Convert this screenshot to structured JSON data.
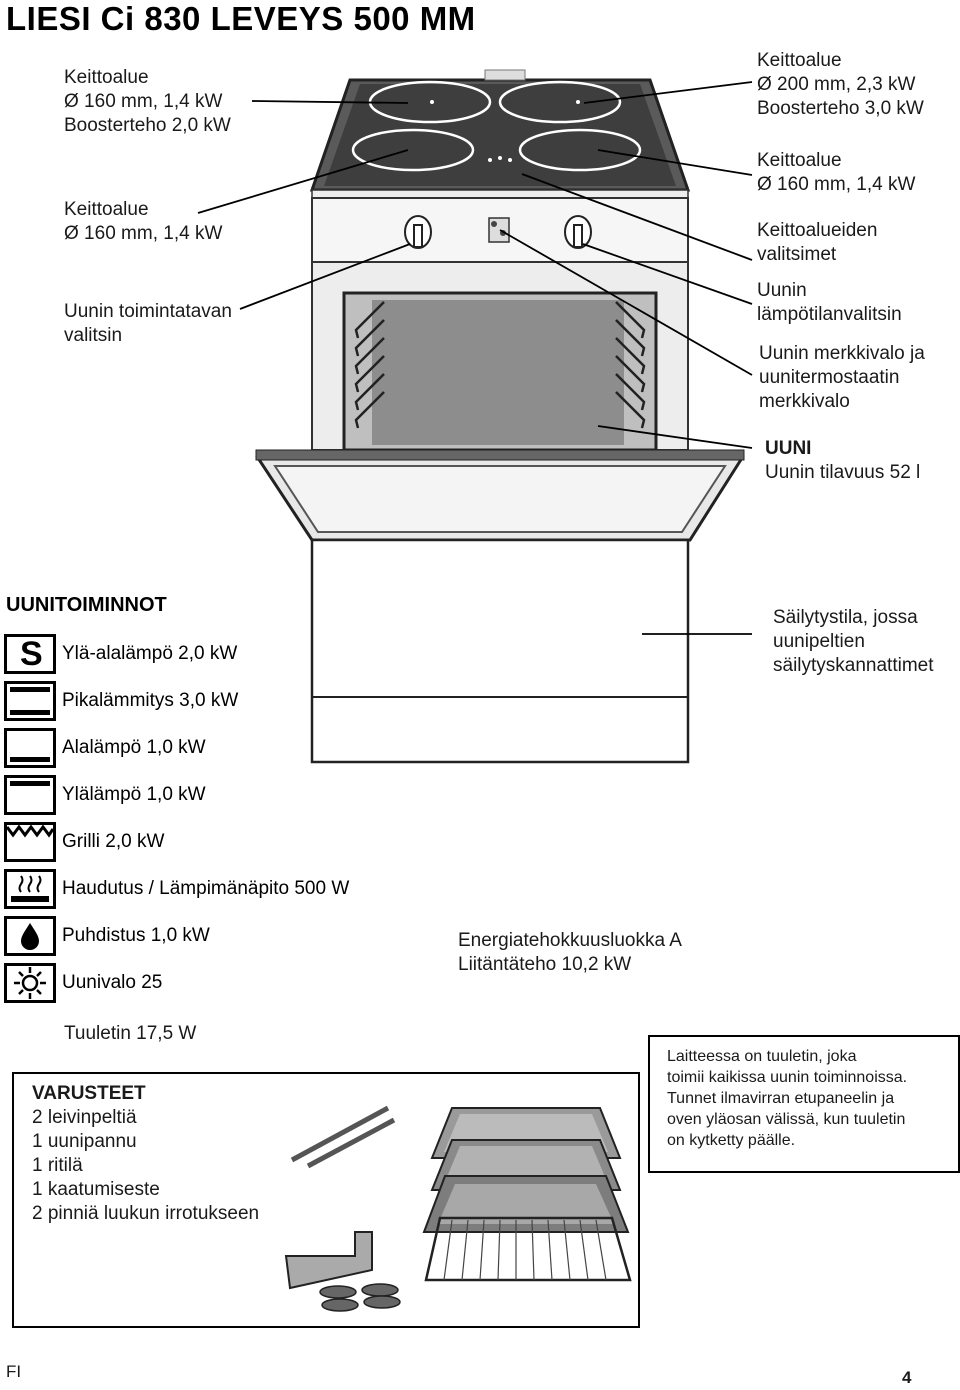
{
  "page": {
    "title": "LIESI Ci 830 LEVEYS 500 MM",
    "footer_lang": "FI",
    "page_number": "4"
  },
  "callouts": {
    "left_zone1": [
      "Keittoalue",
      "Ø 160 mm, 1,4 kW",
      "Boosterteho 2,0 kW"
    ],
    "left_zone2": [
      "Keittoalue",
      "Ø 160 mm, 1,4 kW"
    ],
    "left_mode": [
      "Uunin toimintatavan",
      "valitsin"
    ],
    "right_zone1": [
      "Keittoalue",
      "Ø 200 mm, 2,3 kW",
      "Boosterteho 3,0 kW"
    ],
    "right_zone2": [
      "Keittoalue",
      "Ø 160 mm, 1,4 kW"
    ],
    "right_selectors": [
      "Keittoalueiden",
      " valitsimet"
    ],
    "right_temp": [
      "Uunin",
      " lämpötilanvalitsin"
    ],
    "right_lamps": [
      "Uunin merkkivalo ja",
      "uunitermostaatin",
      "merkkivalo"
    ],
    "right_oven_title": "UUNI",
    "right_oven_volume": "Uunin tilavuus 52 l",
    "right_storage": [
      "Säilytystila, jossa",
      "uunipeltien",
      "säilytyskannattimet"
    ]
  },
  "functions": {
    "title": "UUNITOIMINNOT",
    "items": [
      {
        "icon": "s-symbol-icon",
        "label": "Ylä-alalämpö 2,0 kW"
      },
      {
        "icon": "quick-heat-icon",
        "label": "Pikalämmitys 3,0 kW"
      },
      {
        "icon": "bottom-heat-icon",
        "label": "Alalämpö 1,0 kW"
      },
      {
        "icon": "top-heat-icon",
        "label": "Ylälämpö 1,0 kW"
      },
      {
        "icon": "grill-icon",
        "label": "Grilli 2,0 kW"
      },
      {
        "icon": "keep-warm-icon",
        "label": "Haudutus / Lämpimänäpito 500 W"
      },
      {
        "icon": "cleaning-drop-icon",
        "label": "Puhdistus 1,0 kW"
      },
      {
        "icon": "oven-light-icon",
        "label": "Uunivalo 25"
      }
    ],
    "fan_label": "Tuuletin 17,5 W"
  },
  "energy": {
    "class": "Energiatehokkuusluokka A",
    "power": "Liitäntäteho 10,2 kW"
  },
  "accessories": {
    "title": "VARUSTEET",
    "items": [
      "2 leivinpeltiä",
      "1 uunipannu",
      "1 ritilä",
      "1 kaatumiseste",
      "2 pinniä luukun irrotukseen"
    ]
  },
  "fan_note": {
    "lines": [
      "Laitteessa on tuuletin, joka",
      "toimii kaikissa uunin toiminnoissa.",
      "Tunnet ilmavirran etupaneelin ja",
      " oven yläosan välissä, kun tuuletin",
      " on kytketty päälle."
    ]
  }
}
